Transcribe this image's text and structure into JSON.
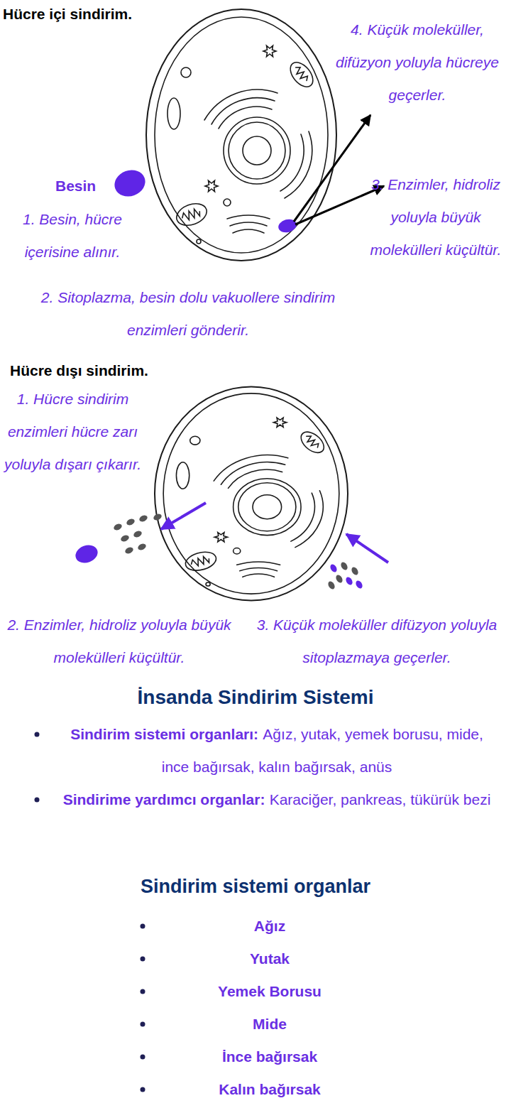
{
  "diagram": {
    "labels": [
      "Hücre içi sindirim.",
      "4. Küçük moleküller, difüzyon yoluyla hücreye geçerler.",
      "Besin",
      "3. Enzimler, hidroliz yoluyla büyük molekülleri küçültür.",
      "1. Besin, hücre içerisine alınır.",
      "2. Sitoplazma, besin dolu vakuollere sindirim enzimleri gönderir.",
      "Hücre dışı sindirim.",
      "1. Hücre sindirim enzimleri hücre zarı yoluyla dışarı çıkarır.",
      "2. Enzimler, hidroliz yoluyla büyük molekülleri küçültür.",
      "3. Küçük moleküller difüzyon yoluyla sitoplazmaya geçerler.",
      "İnsanda Sindirim Sistemi",
      "Sindirim sistemi organları:",
      "Ağız, yutak, yemek borusu, mide, ince bağırsak, kalın bağırsak, anüs",
      "Sindirime yardımcı organlar:",
      "Karaciğer, pankreas, tükürük bezi",
      "Sindirim sistemi organlar",
      "Ağız",
      "Yutak",
      "Yemek Borusu",
      "Mide",
      "İnce bağırsak",
      "Kalın bağırsak"
    ]
  }
}
